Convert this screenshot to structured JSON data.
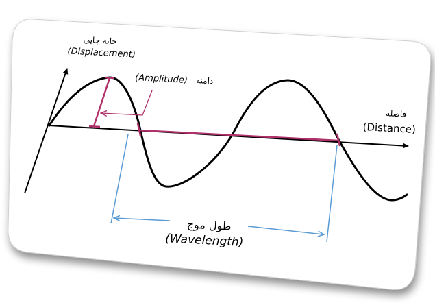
{
  "labels": {
    "displacement_fa": "جابه جایی",
    "displacement_en": "(Displacement)",
    "amplitude_fa": "دامنه",
    "amplitude_en": "(Amplitude)",
    "distance_fa": "فاصله",
    "distance_en": "(Distance)",
    "wavelength_fa": "طول موج",
    "wavelength_en": "(Wavelength)"
  },
  "colors": {
    "card_fill": "#ffffff",
    "card_border": "#d0d0d0",
    "wave": "#000000",
    "axes": "#000000",
    "amplitude_marker": "#b0306a",
    "wavelength_bracket": "#5b9bd5"
  }
}
